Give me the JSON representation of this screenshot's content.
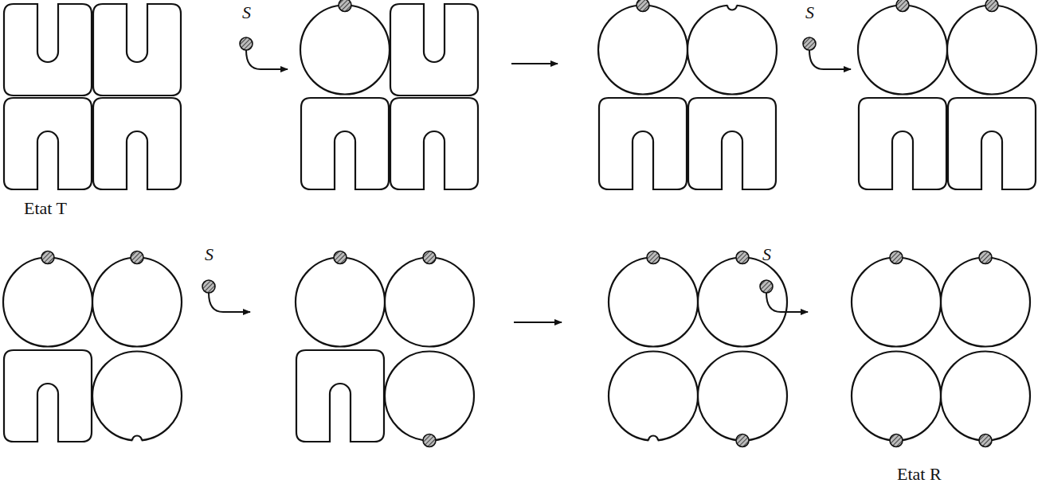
{
  "diagram": {
    "labels": [
      "Etat T",
      "S",
      "S",
      "S",
      "S",
      "Etat R"
    ]
  }
}
